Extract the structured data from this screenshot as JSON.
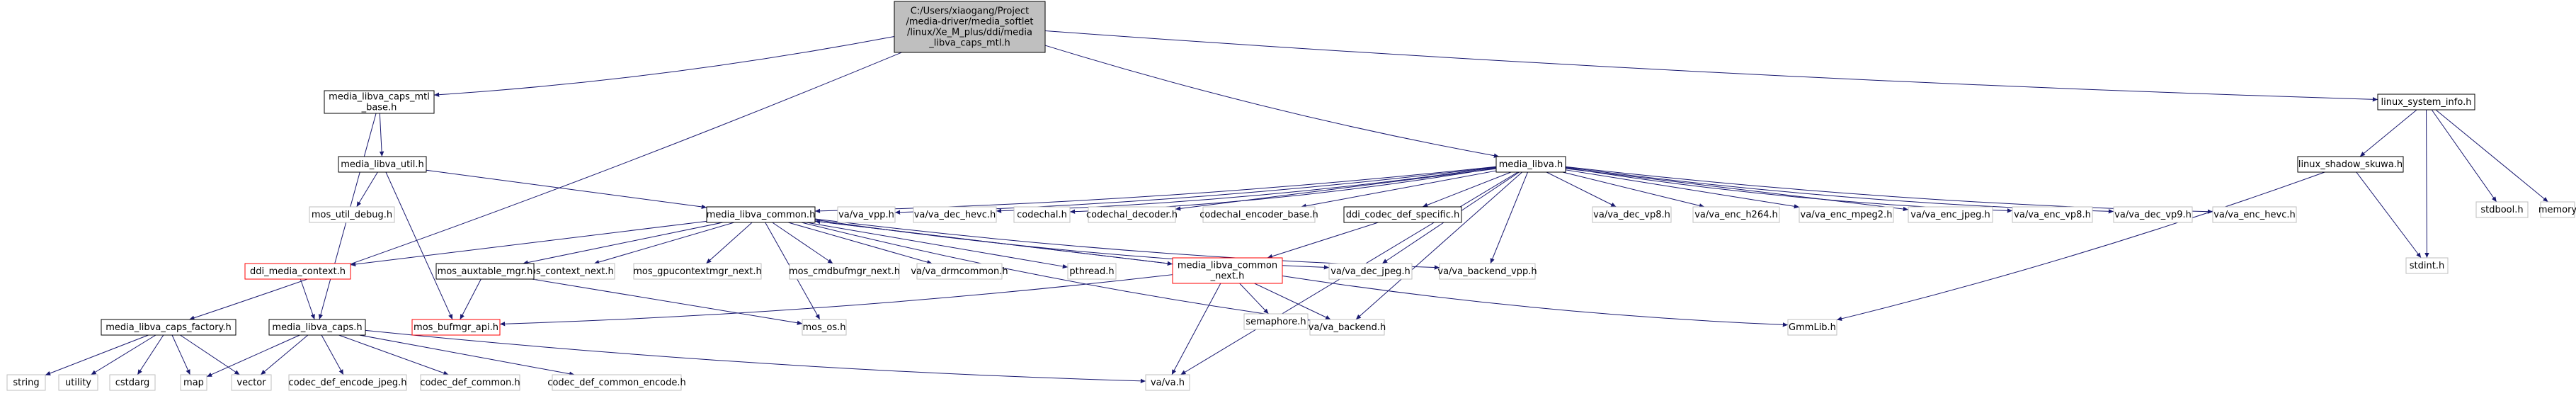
{
  "colors": {
    "edge": "#191970",
    "root_fill": "#bfbfbf",
    "root_stroke": "#000000",
    "solid_stroke": "#000000",
    "plain_stroke": "#bfbfbf",
    "missing_stroke": "#ff0000",
    "background": "#ffffff"
  },
  "nodes": [
    {
      "id": "root",
      "style": "root",
      "lines": [
        "C:/Users/xiaogang/Project",
        "/media-driver/media_softlet",
        "/linux/Xe_M_plus/ddi/media",
        "_libva_caps_mtl.h"
      ]
    },
    {
      "id": "caps_mtl_base",
      "style": "solid",
      "lines": [
        "media_libva_caps_mtl",
        "_base.h"
      ]
    },
    {
      "id": "linux_system_info",
      "style": "solid",
      "lines": [
        "linux_system_info.h"
      ]
    },
    {
      "id": "libva_util",
      "style": "solid",
      "lines": [
        "media_libva_util.h"
      ]
    },
    {
      "id": "media_libva",
      "style": "solid",
      "lines": [
        "media_libva.h"
      ]
    },
    {
      "id": "linux_shadow_skuwa",
      "style": "solid",
      "lines": [
        "linux_shadow_skuwa.h"
      ]
    },
    {
      "id": "stdbool",
      "style": "plain",
      "lines": [
        "stdbool.h"
      ]
    },
    {
      "id": "memory",
      "style": "plain",
      "lines": [
        "memory"
      ]
    },
    {
      "id": "mos_util_debug",
      "style": "plain",
      "lines": [
        "mos_util_debug.h"
      ]
    },
    {
      "id": "libva_common",
      "style": "solid",
      "lines": [
        "media_libva_common.h"
      ]
    },
    {
      "id": "va_vpp",
      "style": "plain",
      "lines": [
        "va/va_vpp.h"
      ]
    },
    {
      "id": "va_dec_hevc",
      "style": "plain",
      "lines": [
        "va/va_dec_hevc.h"
      ]
    },
    {
      "id": "codechal",
      "style": "plain",
      "lines": [
        "codechal.h"
      ]
    },
    {
      "id": "codechal_decoder",
      "style": "plain",
      "lines": [
        "codechal_decoder.h"
      ]
    },
    {
      "id": "codechal_encoder_base",
      "style": "plain",
      "lines": [
        "codechal_encoder_base.h"
      ]
    },
    {
      "id": "ddi_codec_def_specific",
      "style": "solid",
      "lines": [
        "ddi_codec_def_specific.h"
      ]
    },
    {
      "id": "va_dec_vp8",
      "style": "plain",
      "lines": [
        "va/va_dec_vp8.h"
      ]
    },
    {
      "id": "va_enc_h264",
      "style": "plain",
      "lines": [
        "va/va_enc_h264.h"
      ]
    },
    {
      "id": "va_enc_mpeg2",
      "style": "plain",
      "lines": [
        "va/va_enc_mpeg2.h"
      ]
    },
    {
      "id": "va_enc_jpeg",
      "style": "plain",
      "lines": [
        "va/va_enc_jpeg.h"
      ]
    },
    {
      "id": "va_enc_vp8",
      "style": "plain",
      "lines": [
        "va/va_enc_vp8.h"
      ]
    },
    {
      "id": "va_dec_vp9",
      "style": "plain",
      "lines": [
        "va/va_dec_vp9.h"
      ]
    },
    {
      "id": "va_enc_hevc",
      "style": "plain",
      "lines": [
        "va/va_enc_hevc.h"
      ]
    },
    {
      "id": "stdint",
      "style": "plain",
      "lines": [
        "stdint.h"
      ]
    },
    {
      "id": "ddi_media_context",
      "style": "missing",
      "lines": [
        "ddi_media_context.h"
      ]
    },
    {
      "id": "mos_context_next",
      "style": "plain",
      "lines": [
        "mos_context_next.h"
      ]
    },
    {
      "id": "mos_gpucontextmgr_next",
      "style": "plain",
      "lines": [
        "mos_gpucontextmgr_next.h"
      ]
    },
    {
      "id": "mos_cmdbufmgr_next",
      "style": "plain",
      "lines": [
        "mos_cmdbufmgr_next.h"
      ]
    },
    {
      "id": "va_drmcommon",
      "style": "plain",
      "lines": [
        "va/va_drmcommon.h"
      ]
    },
    {
      "id": "pthread",
      "style": "plain",
      "lines": [
        "pthread.h"
      ]
    },
    {
      "id": "libva_common_next",
      "style": "missing",
      "lines": [
        "media_libva_common",
        "_next.h"
      ]
    },
    {
      "id": "va_dec_jpeg",
      "style": "plain",
      "lines": [
        "va/va_dec_jpeg.h"
      ]
    },
    {
      "id": "va_backend_vpp",
      "style": "plain",
      "lines": [
        "va/va_backend_vpp.h"
      ]
    },
    {
      "id": "mos_auxtable_mgr",
      "style": "solid",
      "lines": [
        "mos_auxtable_mgr.h"
      ]
    },
    {
      "id": "caps_factory",
      "style": "solid",
      "lines": [
        "media_libva_caps_factory.h"
      ]
    },
    {
      "id": "libva_caps",
      "style": "solid",
      "lines": [
        "media_libva_caps.h"
      ]
    },
    {
      "id": "mos_bufmgr_api",
      "style": "missing",
      "lines": [
        "mos_bufmgr_api.h"
      ]
    },
    {
      "id": "mos_os",
      "style": "plain",
      "lines": [
        "mos_os.h"
      ]
    },
    {
      "id": "semaphore",
      "style": "plain",
      "lines": [
        "semaphore.h"
      ]
    },
    {
      "id": "va_backend",
      "style": "plain",
      "lines": [
        "va/va_backend.h"
      ]
    },
    {
      "id": "gmmlib",
      "style": "plain",
      "lines": [
        "GmmLib.h"
      ]
    },
    {
      "id": "string",
      "style": "plain",
      "lines": [
        "string"
      ]
    },
    {
      "id": "utility",
      "style": "plain",
      "lines": [
        "utility"
      ]
    },
    {
      "id": "cstdarg",
      "style": "plain",
      "lines": [
        "cstdarg"
      ]
    },
    {
      "id": "map",
      "style": "plain",
      "lines": [
        "map"
      ]
    },
    {
      "id": "vector",
      "style": "plain",
      "lines": [
        "vector"
      ]
    },
    {
      "id": "codec_def_encode_jpeg",
      "style": "plain",
      "lines": [
        "codec_def_encode_jpeg.h"
      ]
    },
    {
      "id": "codec_def_common",
      "style": "plain",
      "lines": [
        "codec_def_common.h"
      ]
    },
    {
      "id": "codec_def_common_encode",
      "style": "plain",
      "lines": [
        "codec_def_common_encode.h"
      ]
    },
    {
      "id": "va",
      "style": "plain",
      "lines": [
        "va/va.h"
      ]
    }
  ],
  "edges": [
    [
      "root",
      "caps_mtl_base"
    ],
    [
      "root",
      "media_libva"
    ],
    [
      "root",
      "linux_system_info"
    ],
    [
      "root",
      "caps_factory"
    ],
    [
      "linux_system_info",
      "linux_shadow_skuwa"
    ],
    [
      "linux_system_info",
      "stdbool"
    ],
    [
      "linux_system_info",
      "memory"
    ],
    [
      "linux_system_info",
      "stdint"
    ],
    [
      "linux_shadow_skuwa",
      "stdint"
    ],
    [
      "linux_shadow_skuwa",
      "gmmlib"
    ],
    [
      "caps_mtl_base",
      "libva_util"
    ],
    [
      "caps_mtl_base",
      "libva_caps"
    ],
    [
      "libva_util",
      "mos_util_debug"
    ],
    [
      "libva_util",
      "libva_common"
    ],
    [
      "libva_util",
      "mos_bufmgr_api"
    ],
    [
      "media_libva",
      "libva_common"
    ],
    [
      "media_libva",
      "va_vpp"
    ],
    [
      "media_libva",
      "va_dec_hevc"
    ],
    [
      "media_libva",
      "codechal"
    ],
    [
      "media_libva",
      "codechal_decoder"
    ],
    [
      "media_libva",
      "codechal_encoder_base"
    ],
    [
      "media_libva",
      "ddi_codec_def_specific"
    ],
    [
      "media_libva",
      "va_dec_vp8"
    ],
    [
      "media_libva",
      "va_enc_h264"
    ],
    [
      "media_libva",
      "va_enc_mpeg2"
    ],
    [
      "media_libva",
      "va_enc_jpeg"
    ],
    [
      "media_libva",
      "va_enc_vp8"
    ],
    [
      "media_libva",
      "va_dec_vp9"
    ],
    [
      "media_libva",
      "va_enc_hevc"
    ],
    [
      "media_libva",
      "va_dec_jpeg"
    ],
    [
      "media_libva",
      "va_backend_vpp"
    ],
    [
      "media_libva",
      "va_backend"
    ],
    [
      "media_libva",
      "va"
    ],
    [
      "libva_common",
      "ddi_media_context"
    ],
    [
      "libva_common",
      "mos_auxtable_mgr"
    ],
    [
      "libva_common",
      "mos_context_next"
    ],
    [
      "libva_common",
      "mos_gpucontextmgr_next"
    ],
    [
      "libva_common",
      "mos_cmdbufmgr_next"
    ],
    [
      "libva_common",
      "va_drmcommon"
    ],
    [
      "libva_common",
      "pthread"
    ],
    [
      "libva_common",
      "libva_common_next"
    ],
    [
      "libva_common",
      "va_dec_jpeg"
    ],
    [
      "libva_common",
      "va_backend_vpp"
    ],
    [
      "libva_common",
      "va_backend"
    ],
    [
      "libva_common",
      "mos_os"
    ],
    [
      "ddi_codec_def_specific",
      "libva_common_next"
    ],
    [
      "libva_common_next",
      "libva_common"
    ],
    [
      "libva_common_next",
      "mos_bufmgr_api"
    ],
    [
      "libva_common_next",
      "semaphore"
    ],
    [
      "libva_common_next",
      "va_backend"
    ],
    [
      "libva_common_next",
      "gmmlib"
    ],
    [
      "libva_common_next",
      "va"
    ],
    [
      "ddi_media_context",
      "libva_caps"
    ],
    [
      "mos_auxtable_mgr",
      "mos_bufmgr_api"
    ],
    [
      "mos_auxtable_mgr",
      "mos_os"
    ],
    [
      "caps_factory",
      "string"
    ],
    [
      "caps_factory",
      "utility"
    ],
    [
      "caps_factory",
      "cstdarg"
    ],
    [
      "caps_factory",
      "map"
    ],
    [
      "caps_factory",
      "vector"
    ],
    [
      "libva_caps",
      "map"
    ],
    [
      "libva_caps",
      "vector"
    ],
    [
      "libva_caps",
      "codec_def_encode_jpeg"
    ],
    [
      "libva_caps",
      "codec_def_common"
    ],
    [
      "libva_caps",
      "codec_def_common_encode"
    ],
    [
      "libva_caps",
      "va"
    ]
  ]
}
